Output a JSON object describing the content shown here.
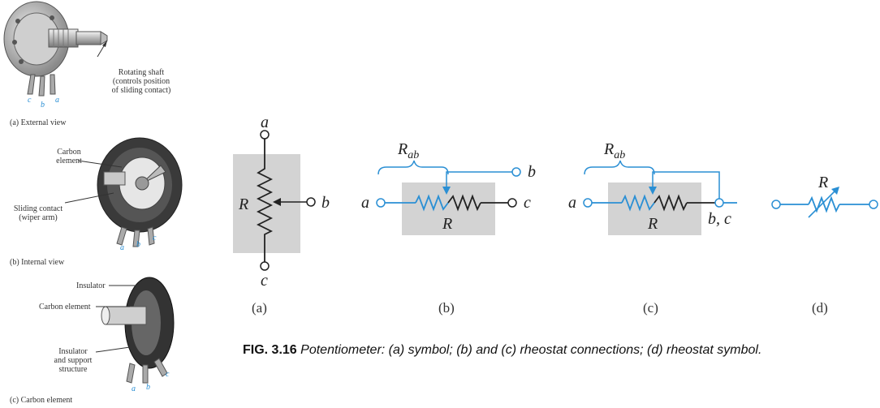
{
  "photos": {
    "external": {
      "callout": [
        "Rotating shaft",
        "(controls position",
        "of sliding contact)"
      ],
      "pins": [
        "c",
        "b",
        "a"
      ],
      "caption": "(a)  External view"
    },
    "internal": {
      "callout_carbon": [
        "Carbon",
        "element"
      ],
      "callout_sliding": [
        "Sliding contact",
        "(wiper arm)"
      ],
      "pins": [
        "a",
        "b",
        "c"
      ],
      "caption": "(b)  Internal view"
    },
    "carbon": {
      "callout_insulator": "Insulator",
      "callout_carbon": "Carbon element",
      "callout_support": [
        "Insulator",
        "and support",
        "structure"
      ],
      "pins": [
        "a",
        "b",
        "c"
      ],
      "caption": "(c)  Carbon element"
    }
  },
  "diagrams": {
    "a": {
      "top": "a",
      "bottom": "c",
      "side": "b",
      "resistor": "R",
      "caption": "(a)"
    },
    "b": {
      "left": "a",
      "right": "c",
      "wiper": "b",
      "resistor": "R",
      "rab": "R",
      "rab_sub": "ab",
      "caption": "(b)"
    },
    "c": {
      "left": "a",
      "out": "b, c",
      "resistor": "R",
      "rab": "R",
      "rab_sub": "ab",
      "caption": "(c)"
    },
    "d": {
      "resistor": "R",
      "caption": "(d)"
    }
  },
  "figure_caption": {
    "label": "FIG. 3.16",
    "text": "Potentiometer: (a) symbol; (b) and (c) rheostat connections; (d) rheostat symbol."
  },
  "colors": {
    "blue": "#2a8fd4",
    "box": "#d3d3d3",
    "ink": "#222222"
  }
}
